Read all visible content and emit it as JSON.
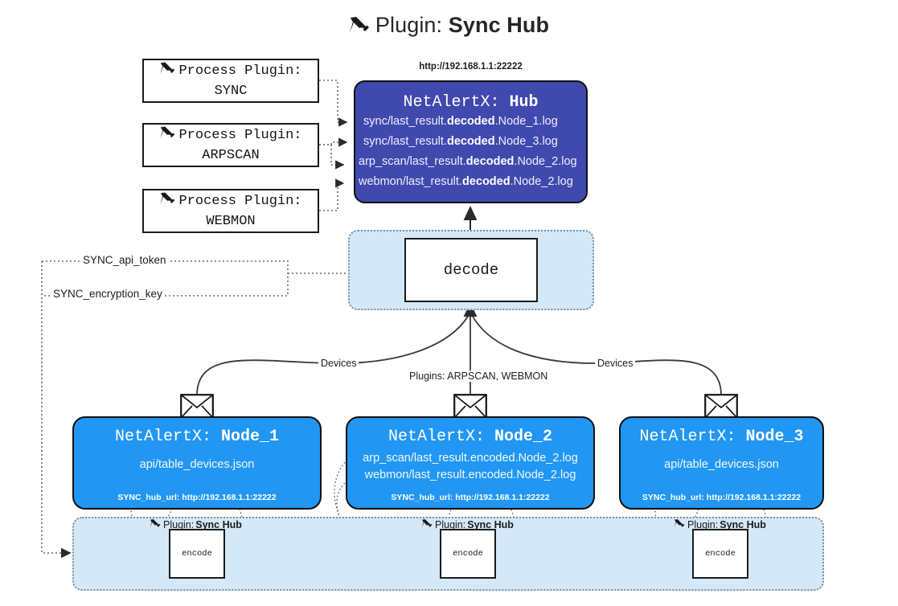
{
  "title": {
    "prefix": "Plugin:",
    "name": "Sync Hub",
    "icon": "plug-icon"
  },
  "colors": {
    "hub_fill": "#4049ad",
    "node_fill": "#2196f3",
    "container_fill": "#d5e8f7",
    "box_border": "#101010",
    "page_bg": "#ffffff"
  },
  "process_plugins": [
    {
      "caption": "Process Plugin:",
      "name": "SYNC"
    },
    {
      "caption": "Process Plugin:",
      "name": "ARPSCAN"
    },
    {
      "caption": "Process Plugin:",
      "name": "WEBMON"
    }
  ],
  "hub": {
    "url": "http://192.168.1.1:22222",
    "label_prefix": "NetAlertX:",
    "label_name": "Hub",
    "logs": [
      {
        "pre": "sync/last_result.",
        "em": "decoded",
        "post": ".Node_1.log"
      },
      {
        "pre": "sync/last_result.",
        "em": "decoded",
        "post": ".Node_3.log"
      },
      {
        "pre": "arp_scan/last_result.",
        "em": "decoded",
        "post": ".Node_2.log"
      },
      {
        "pre": "webmon/last_result.",
        "em": "decoded",
        "post": ".Node_2.log"
      }
    ]
  },
  "decode": {
    "label": "decode"
  },
  "settings": {
    "api_token": "SYNC_api_token",
    "encryption_key": "SYNC_encryption_key"
  },
  "edge_labels": {
    "devices_left": "Devices",
    "devices_right": "Devices",
    "plugins_center": "Plugins: ARPSCAN, WEBMON"
  },
  "nodes": [
    {
      "label_prefix": "NetAlertX:",
      "label_name": "Node_1",
      "lines": [
        "api/table_devices.json"
      ],
      "hub_url": "SYNC_hub_url: http://192.168.1.1:22222",
      "plugin_caption_prefix": "Plugin:",
      "plugin_caption_name": "Sync Hub",
      "encode_label": "encode"
    },
    {
      "label_prefix": "NetAlertX:",
      "label_name": "Node_2",
      "lines": [
        "arp_scan/last_result.encoded.Node_2.log",
        "webmon/last_result.encoded.Node_2.log"
      ],
      "hub_url": "SYNC_hub_url: http://192.168.1.1:22222",
      "plugin_caption_prefix": "Plugin:",
      "plugin_caption_name": "Sync Hub",
      "encode_label": "encode"
    },
    {
      "label_prefix": "NetAlertX:",
      "label_name": "Node_3",
      "lines": [
        "api/table_devices.json"
      ],
      "hub_url": "SYNC_hub_url: http://192.168.1.1:22222",
      "plugin_caption_prefix": "Plugin:",
      "plugin_caption_name": "Sync Hub",
      "encode_label": "encode"
    }
  ]
}
